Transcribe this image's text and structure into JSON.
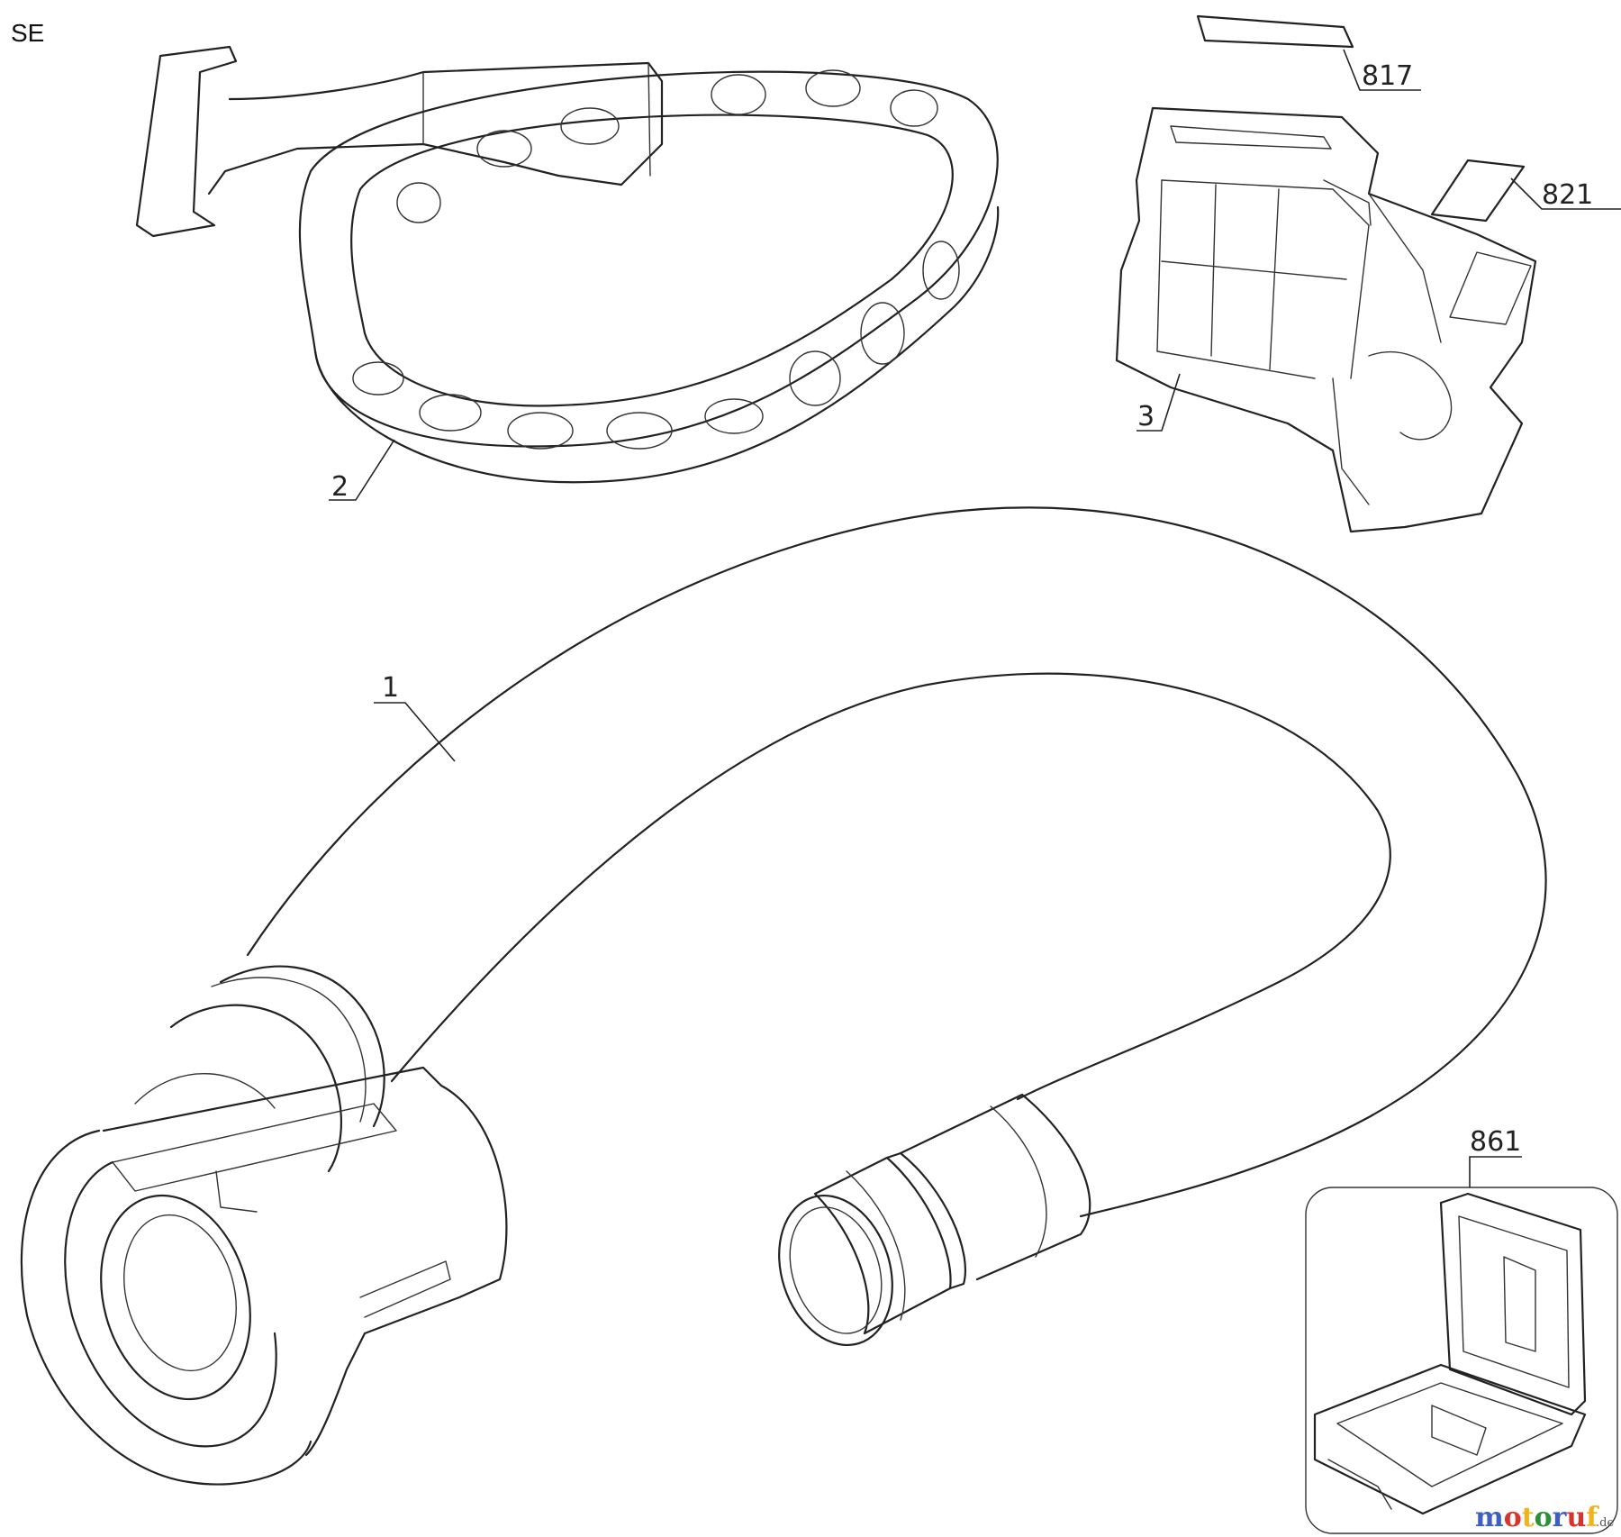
{
  "corner_label": "SE",
  "callouts": {
    "hose": "1",
    "ring": "2",
    "bracket": "3",
    "label_top": "817",
    "label_side": "821",
    "case": "861"
  },
  "watermark": {
    "text": "motoruf",
    "suffix": ".de",
    "colors": [
      "#3d5fc4",
      "#d8342c",
      "#f0b21d",
      "#2c8f3b"
    ]
  }
}
